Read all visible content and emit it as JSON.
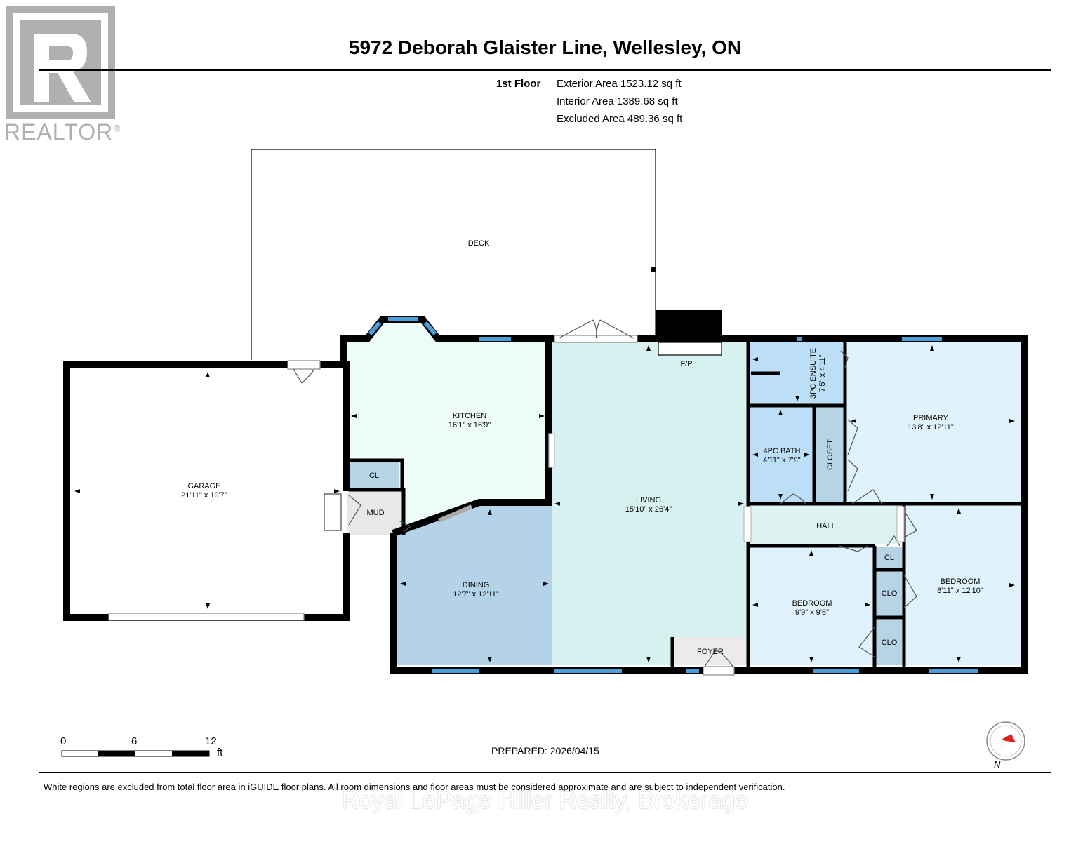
{
  "header": {
    "title": "5972 Deborah Glaister Line, Wellesley, ON",
    "floor": "1st Floor",
    "areas": [
      "Exterior Area 1523.12 sq ft",
      "Interior Area 1389.68 sq ft",
      "Excluded Area 489.36 sq ft"
    ]
  },
  "logo": {
    "word": "REALTOR",
    "mark": "®"
  },
  "rooms": {
    "deck": {
      "name": "DECK"
    },
    "garage": {
      "name": "GARAGE",
      "dims": "21'11\" x 19'7\""
    },
    "kitchen": {
      "name": "KITCHEN",
      "dims": "16'1\" x 16'9\""
    },
    "living": {
      "name": "LIVING",
      "dims": "15'10\" x 26'4\""
    },
    "dining": {
      "name": "DINING",
      "dims": "12'7\" x 12'11\""
    },
    "mud": {
      "name": "MUD"
    },
    "cl_kitchen": {
      "name": "CL"
    },
    "fireplace": {
      "name": "F/P"
    },
    "ensuite": {
      "name": "3PC ENSUITE",
      "dims": "7'5\" x 4'11\""
    },
    "bath": {
      "name": "4PC BATH",
      "dims": "4'11\" x 7'9\""
    },
    "closet": {
      "name": "CLOSET"
    },
    "primary": {
      "name": "PRIMARY",
      "dims": "13'8\" x 12'11\""
    },
    "hall": {
      "name": "HALL"
    },
    "cl_hall": {
      "name": "CL"
    },
    "clo_1": {
      "name": "CLO"
    },
    "clo_2": {
      "name": "CLO"
    },
    "bedroom_1": {
      "name": "BEDROOM",
      "dims": "9'9\" x 9'6\""
    },
    "bedroom_2": {
      "name": "BEDROOM",
      "dims": "8'11\" x 12'10\""
    },
    "foyer": {
      "name": "FOYER"
    }
  },
  "scale": {
    "labels": [
      "0",
      "6",
      "12"
    ],
    "unit": "ft"
  },
  "compass": {
    "label": "N"
  },
  "footer": {
    "prepared": "PREPARED: 2026/04/15",
    "disclaimer": "White regions are excluded from total floor area in iGUIDE floor plans. All room dimensions and floor areas must be considered approximate and are subject to independent verification.",
    "brokerage": "Royal LePage Hiller Realty, Brokerage"
  },
  "colors": {
    "kitchen": "#eefcf9",
    "living": "#d6f1ef",
    "dining": "#b4d3e8",
    "bath": "#bcdff7",
    "bedroom": "#e0f3fc",
    "hall": "#ddf3ef",
    "closet": "#b7d4e6",
    "window": "#4a9fd6",
    "wall": "#000000"
  }
}
